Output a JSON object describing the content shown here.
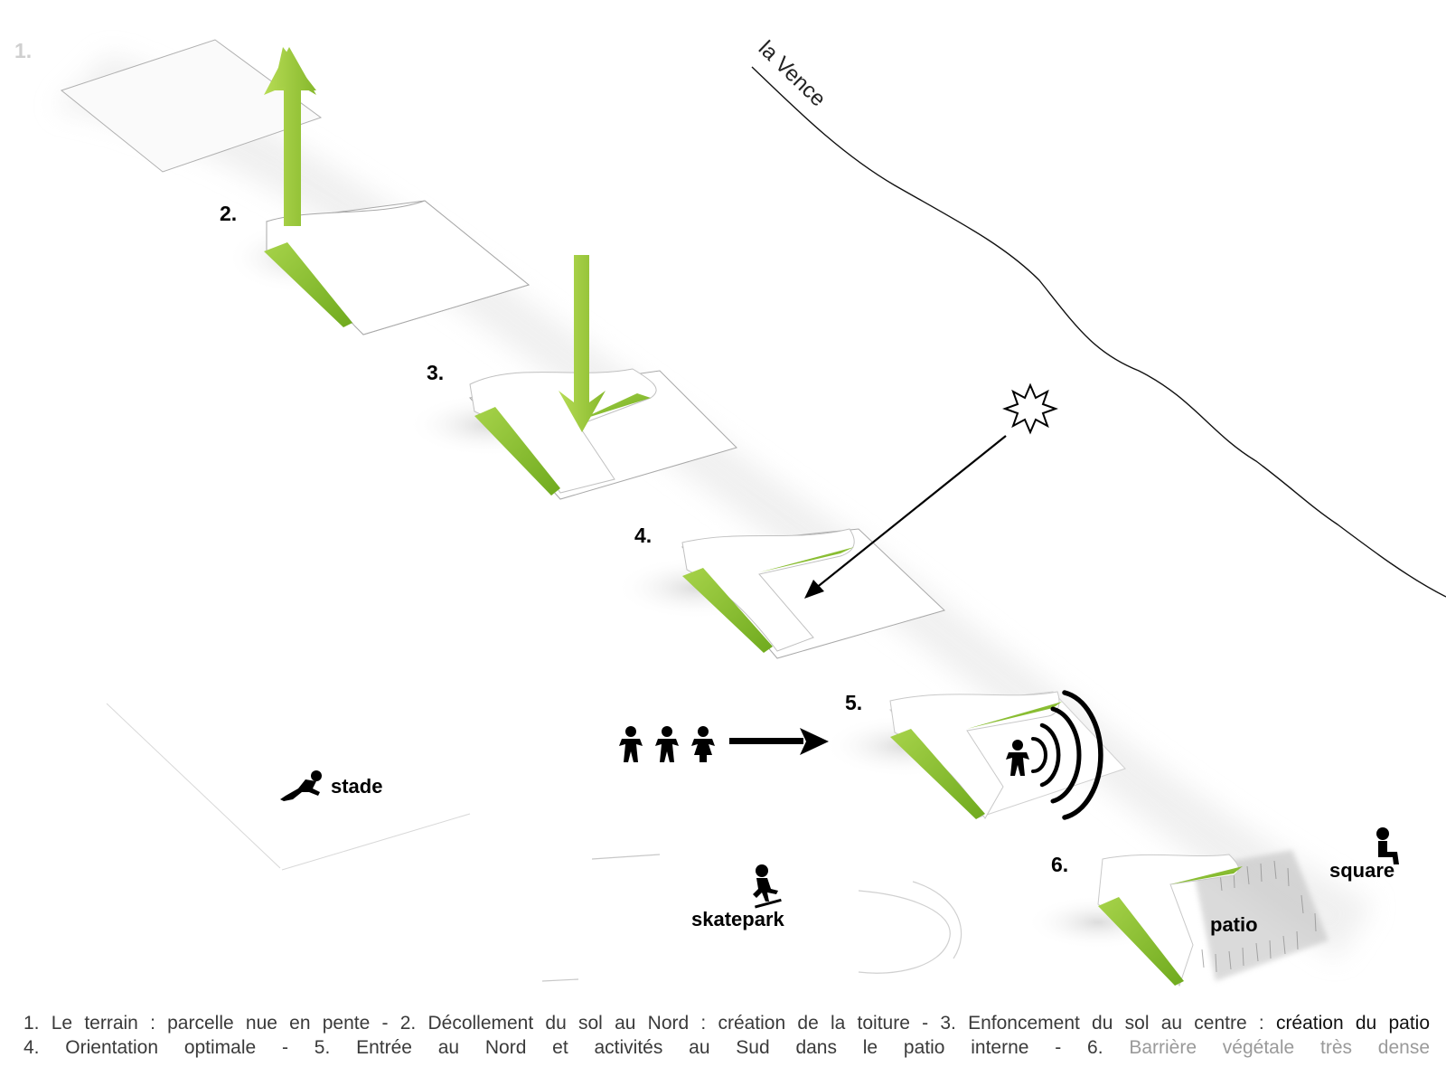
{
  "steps": {
    "s1": "1.",
    "s2": "2.",
    "s3": "3.",
    "s4": "4.",
    "s5": "5.",
    "s6": "6."
  },
  "places": {
    "river": "la Vence",
    "stade": "stade",
    "skatepark": "skatepark",
    "square": "square",
    "patio": "patio"
  },
  "icons": {
    "up_arrow": "green-up-arrow-icon",
    "down_arrow": "green-down-arrow-icon",
    "sun": "sun-icon",
    "people": "people-icon",
    "sound": "sound-waves-icon",
    "runner": "runner-icon",
    "skater": "skateboarder-icon",
    "sitter": "seated-person-icon"
  },
  "colors": {
    "accent_green": "#8dc63f",
    "arrow_green": "#9fcb3a",
    "line": "#000000"
  },
  "caption": {
    "line1": [
      "1. Le terrain : parcelle nue en pente - 2. Décollement du sol au Nord : création de la toiture - 3. Enfoncement du sol au centre : ",
      "création du patio"
    ],
    "line2": [
      "4. Orientation optimale - 5. Entrée au Nord et activités au Sud dans le patio interne - 6. ",
      "Barrière végétale très dense"
    ]
  }
}
